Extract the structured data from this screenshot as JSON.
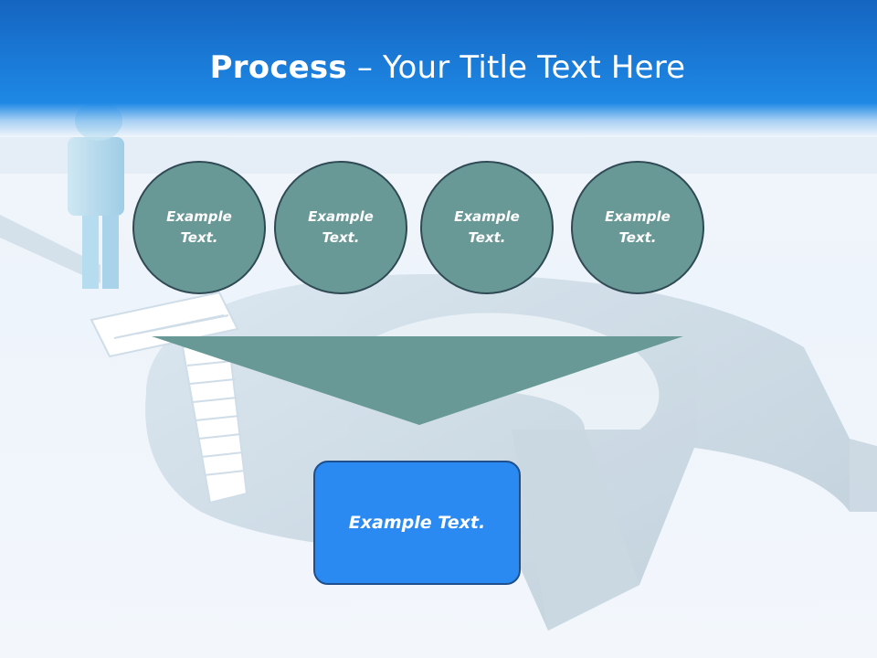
{
  "title": {
    "bold": "Process",
    "dash": " – ",
    "rest": "Your Title Text Here"
  },
  "process_steps": [
    {
      "label": "Example\nText."
    },
    {
      "label": "Example\nText."
    },
    {
      "label": "Example\nText."
    },
    {
      "label": "Example\nText."
    }
  ],
  "result": {
    "label": "Example Text."
  },
  "colors": {
    "header": "#1976d2",
    "circle_fill": "#699996",
    "circle_border": "#2f4a54",
    "funnel": "#699996",
    "result_fill": "#2b8af1",
    "result_border": "#1f4f8c"
  }
}
